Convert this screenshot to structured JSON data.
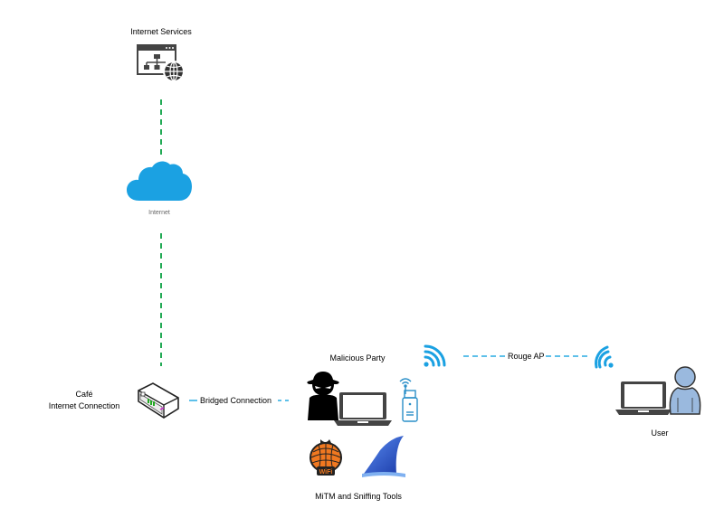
{
  "diagram": {
    "nodes": {
      "internet_services": {
        "label": "Internet Services",
        "icon": "web-server-globe-icon"
      },
      "internet": {
        "label": "Internet",
        "icon": "cloud-icon"
      },
      "cafe": {
        "label_line1": "Café",
        "label_line2": "Internet Connection",
        "icon": "router-icon"
      },
      "malicious_party": {
        "label": "Malicious Party",
        "icons": [
          "spy-icon",
          "laptop-icon",
          "usb-wifi-adapter-icon"
        ]
      },
      "tools": {
        "label": "MiTM and Sniffing Tools",
        "icons": [
          "wifi-pineapple-icon",
          "wireshark-fin-icon"
        ]
      },
      "user": {
        "label": "User",
        "icons": [
          "laptop-icon",
          "user-icon"
        ]
      }
    },
    "connections": [
      {
        "from": "internet_services",
        "to": "internet",
        "label": "",
        "style": "dashed",
        "color": "#22aa55"
      },
      {
        "from": "internet",
        "to": "cafe",
        "label": "",
        "style": "dashed",
        "color": "#22aa55"
      },
      {
        "from": "cafe",
        "to": "malicious_party",
        "label": "Bridged Connection",
        "style": "dashed",
        "color": "#29abe2"
      },
      {
        "from": "malicious_party",
        "to": "user",
        "label": "Rouge AP",
        "style": "dashed",
        "color": "#29abe2"
      }
    ],
    "colors": {
      "cloud": "#1ba1e2",
      "wifi": "#1ba1e2",
      "green_link": "#22aa55",
      "blue_link": "#29abe2",
      "user_avatar": "#9ab9de",
      "pineapple": "#f07820",
      "shark": "#2a4fc0"
    }
  }
}
